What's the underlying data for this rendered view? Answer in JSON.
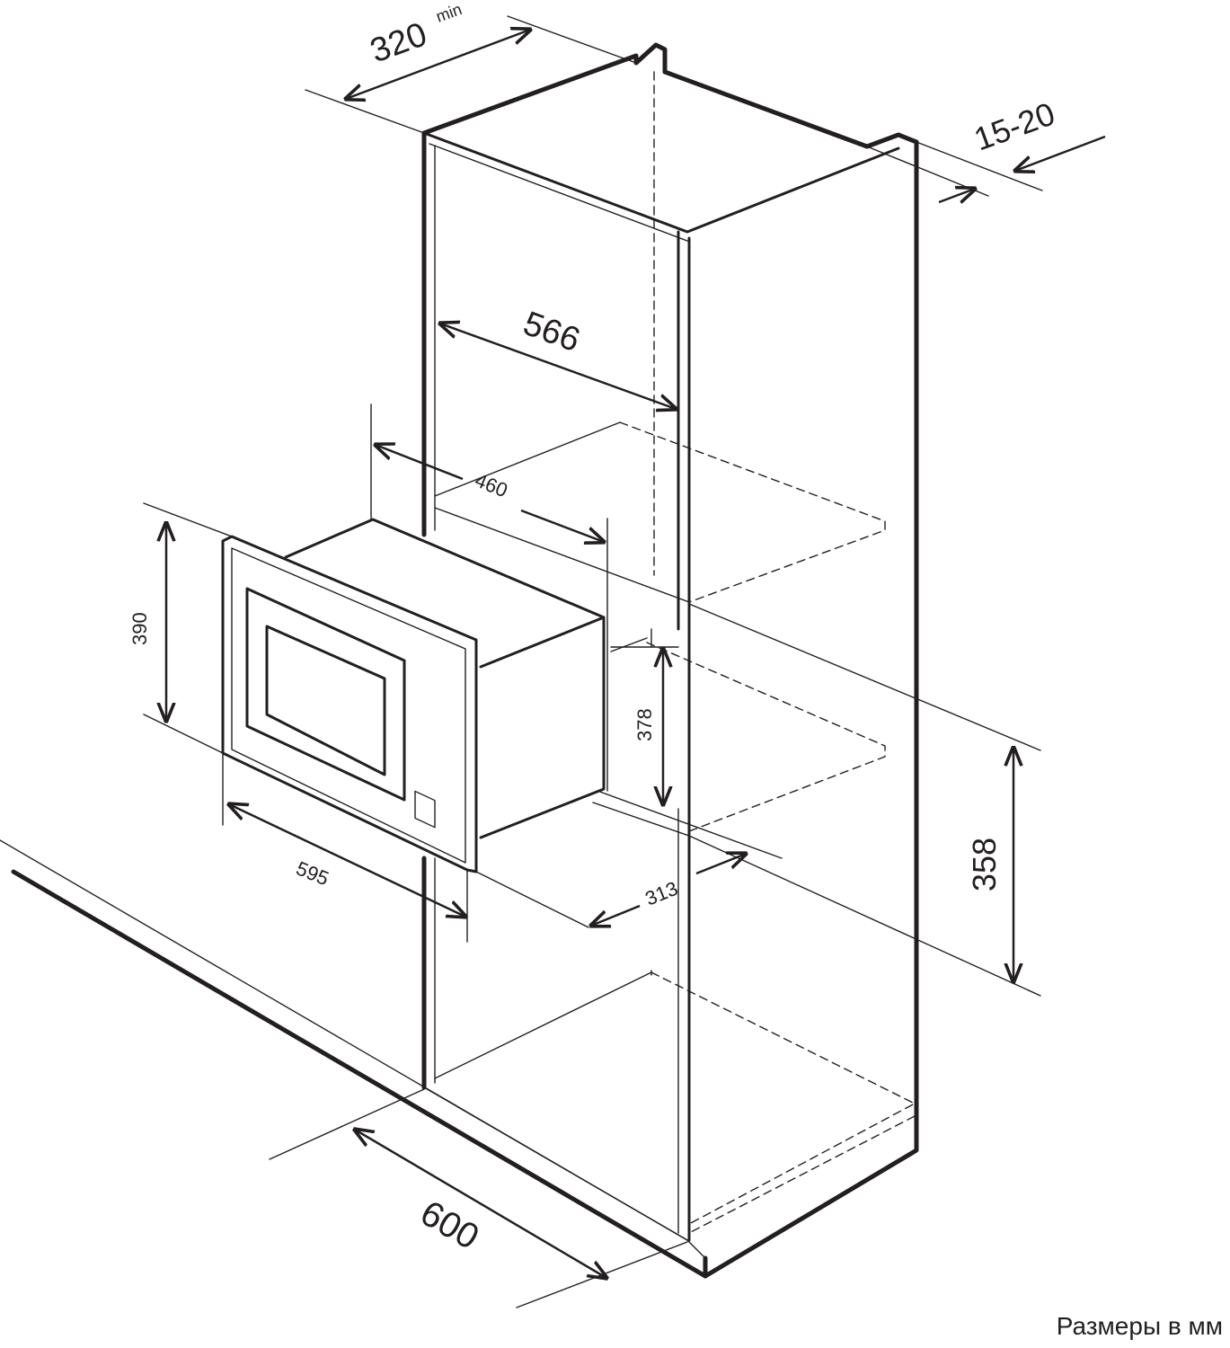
{
  "diagram": {
    "title": "Built-in microwave installation dimensions",
    "dimensions": {
      "niche_depth": "320",
      "niche_depth_suffix": "min",
      "gap": "15-20",
      "inner_width": "566",
      "appliance_depth": "460",
      "appliance_height": "390",
      "niche_height": "378",
      "appliance_width": "595",
      "body_depth": "313",
      "shelf_height": "358",
      "cabinet_width": "600"
    },
    "units_note": "Размеры в мм",
    "colors": {
      "line": "#231f20",
      "background": "#ffffff"
    }
  }
}
